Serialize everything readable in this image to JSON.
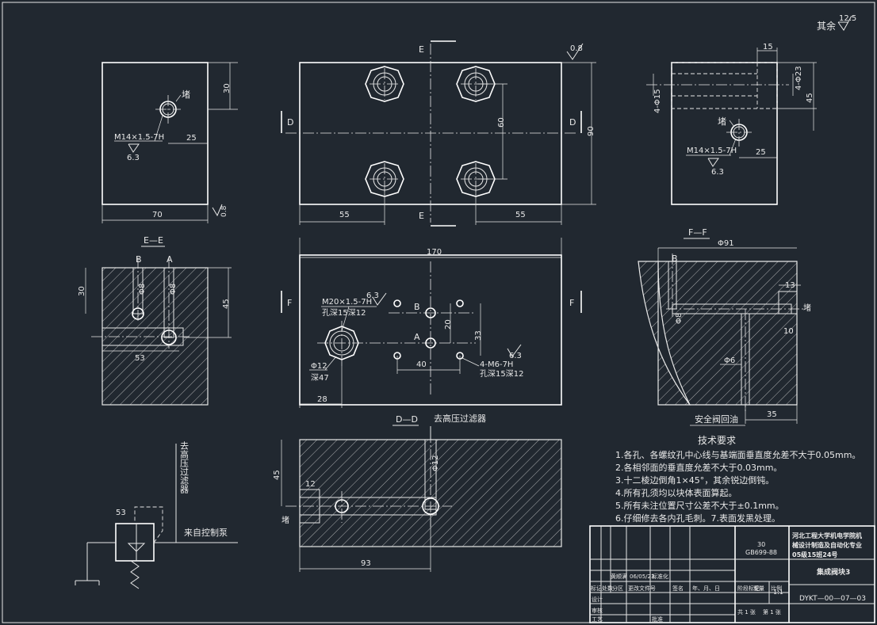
{
  "roughness_general": {
    "label": "其余",
    "value": "12.5"
  },
  "left_view": {
    "dim_height": "30",
    "dim_offset": "25",
    "dim_width": "70",
    "roughness_side": "0.8",
    "plug_label": "堵",
    "thread_label": "M14×1.5-7H",
    "roughness_value": "6.3"
  },
  "front_view": {
    "section_e_top": "E",
    "section_e_bottom": "E",
    "section_d_left": "D",
    "section_d_right": "D",
    "roughness_top": "0.8",
    "dim_60": "60",
    "dim_90": "90",
    "dim_55_left": "55",
    "dim_55_right": "55"
  },
  "right_view": {
    "dim_15": "15",
    "dim_phi23": "4-Φ23",
    "dim_phi15": "4-Φ15",
    "dim_45": "45",
    "plug_label": "堵",
    "thread_label": "M14×1.5-7H",
    "roughness_value": "6.3",
    "dim_25": "25"
  },
  "section_ee": {
    "title": "E—E",
    "port_b": "B",
    "port_a": "A",
    "dim_phi8_b": "Φ8",
    "dim_phi8_a": "Φ8",
    "dim_30": "30",
    "dim_45": "45",
    "dim_53": "53"
  },
  "top_view": {
    "dim_170": "170",
    "section_f_left": "F",
    "section_f_right": "F",
    "port_b": "B",
    "port_a": "A",
    "thread_main": "M20×1.5-7H",
    "hole_depth_main": "孔深15深12",
    "roughness_main": "6.3",
    "dim_20": "20",
    "dim_33": "33",
    "dim_40": "40",
    "thread_small": "4-M6-7H",
    "hole_depth_small": "孔深15深12",
    "roughness_small": "6.3",
    "dim_phi12": "Φ12",
    "depth_47": "深47",
    "dim_28": "28"
  },
  "section_ff": {
    "title": "F—F",
    "dim_phi91": "Φ91",
    "port_b": "B",
    "dim_13": "13",
    "plug_label": "堵",
    "dim_10": "10",
    "dim_phi8": "Φ8",
    "dim_phi6": "Φ6",
    "return_label": "安全阀回油",
    "dim_35": "35"
  },
  "section_dd": {
    "title": "D—D",
    "filter_label": "去高压过滤器",
    "dim_phi12": "Φ12",
    "dim_45": "45",
    "dim_12": "12",
    "plug_label": "堵",
    "dim_93": "93"
  },
  "schematic": {
    "top_label": "去高压过滤器",
    "dim_53": "53",
    "pump_label": "来自控制泵"
  },
  "tech_requirements": {
    "title": "技术要求",
    "items": [
      "1.各孔、各螺纹孔中心线与基端面垂直度允差不大于0.05mm。",
      "2.各相邻面的垂直度允差不大于0.03mm。",
      "3.十二棱边倒角1×45°，其余锐边倒钝。",
      "4.所有孔须均以块体表面算起。",
      "5.所有未注位置尺寸公差不大于±0.1mm。",
      "6.仔细修去各内孔毛刺。7.表面发黑处理。"
    ]
  },
  "title_block": {
    "school_line1": "河北工程大学机电学院机",
    "school_line2": "械设计制造及自动化专业",
    "school_line3": "05级15班24号",
    "material_code": "30",
    "material_std": "GB699-88",
    "part_name": "集成阀块3",
    "scale": "1:1",
    "drawing_number": "DYKT—00—07—03",
    "row_labels": [
      "标记",
      "处数",
      "分区",
      "更改文件号",
      "签名",
      "年、月、日"
    ],
    "design_label": "设计",
    "design_name": "黄顺满",
    "design_date": "06/05/23",
    "std_label": "标准化",
    "review_label": "审核",
    "process_label": "工艺",
    "approve_label": "批准",
    "stage_label": "阶段标记",
    "weight_label": "重量",
    "scale_label": "比例",
    "sheets_label": "共 1 张",
    "sheet_no_label": "第 1 张"
  }
}
